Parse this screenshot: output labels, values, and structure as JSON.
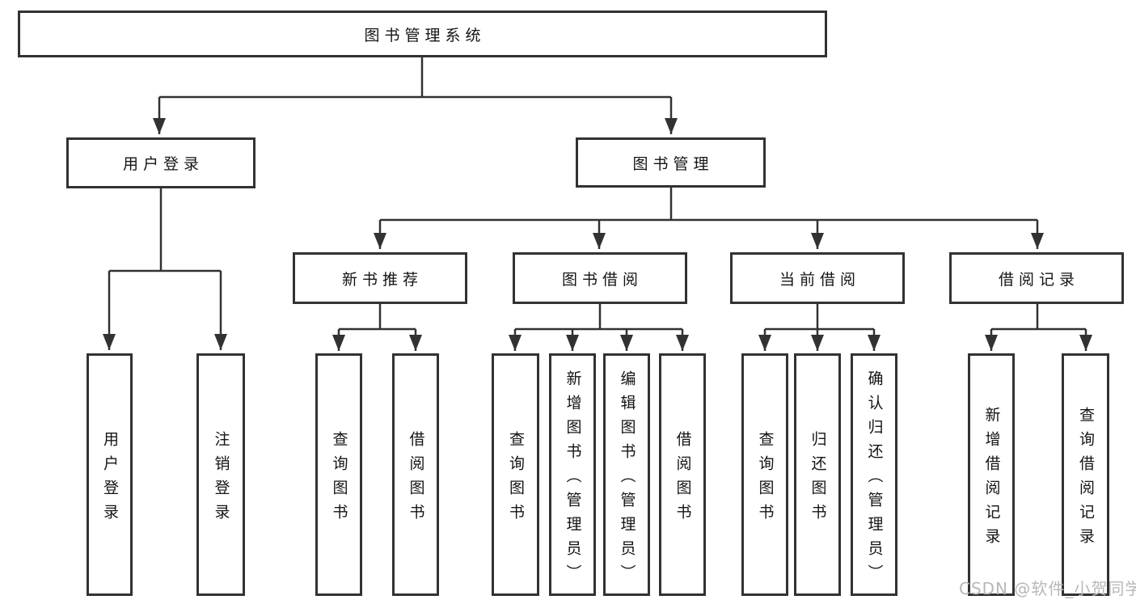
{
  "diagram_title": "图书管理系统",
  "tree": {
    "label": "图书管理系统",
    "children": [
      {
        "label": "用户登录",
        "children": [
          {
            "label": "用户登录"
          },
          {
            "label": "注销登录"
          }
        ]
      },
      {
        "label": "图书管理",
        "children": [
          {
            "label": "新书推荐",
            "children": [
              {
                "label": "查询图书"
              },
              {
                "label": "借阅图书"
              }
            ]
          },
          {
            "label": "图书借阅",
            "children": [
              {
                "label": "查询图书"
              },
              {
                "label": "新增图书（管理员）"
              },
              {
                "label": "编辑图书（管理员）"
              },
              {
                "label": "借阅图书"
              }
            ]
          },
          {
            "label": "当前借阅",
            "children": [
              {
                "label": "查询图书"
              },
              {
                "label": "归还图书"
              },
              {
                "label": "确认归还（管理员）"
              }
            ]
          },
          {
            "label": "借阅记录",
            "children": [
              {
                "label": "新增借阅记录"
              },
              {
                "label": "查询借阅记录"
              }
            ]
          }
        ]
      }
    ]
  },
  "watermark": {
    "text": "CSDN @软件_小贺同学",
    "color": "#b8b8b8"
  },
  "colors": {
    "line": "#323232",
    "box_border": "#323232",
    "text": "#141414",
    "background": "#ffffff"
  }
}
